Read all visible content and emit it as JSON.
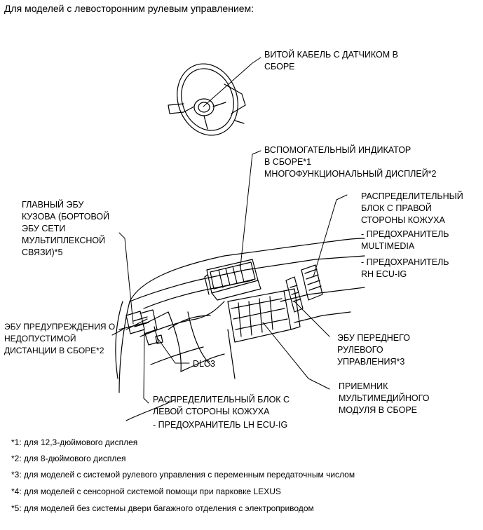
{
  "title": "Для моделей с левосторонним рулевым управлением:",
  "labels": {
    "spiral_cable": "ВИТОЙ КАБЕЛЬ С ДАТЧИКОМ В\nСБОРЕ",
    "aux_indicator": "ВСПОМОГАТЕЛЬНЫЙ ИНДИКАТОР\nВ СБОРЕ*1",
    "multi_display": "МНОГОФУНКЦИОНАЛЬНЫЙ ДИСПЛЕЙ*2",
    "rh_junction_block": "РАСПРЕДЕЛИТЕЛЬНЫЙ\nБЛОК С ПРАВОЙ\nСТОРОНЫ КОЖУХА",
    "fuse_multimedia": "- ПРЕДОХРАНИТЕЛЬ\nMULTIMEDIA",
    "fuse_rh_ecu_ig": "- ПРЕДОХРАНИТЕЛЬ\nRH ECU-IG",
    "main_body_ecu": "ГЛАВНЫЙ ЭБУ\nКУЗОВА (БОРТОВОЙ\nЭБУ СЕТИ\nМУЛЬТИПЛЕКСНОЙ\nСВЯЗИ)*5",
    "clearance_warning_ecu": "ЭБУ ПРЕДУПРЕЖДЕНИЯ О\nНЕДОПУСТИМОЙ\nДИСТАНЦИИ В СБОРЕ*2",
    "front_steering_ecu": "ЭБУ ПЕРЕДНЕГО\nРУЛЕВОГО\nУПРАВЛЕНИЯ*3",
    "dlc3": "DLC3",
    "multimedia_receiver": "ПРИЕМНИК\nМУЛЬТИМЕДИЙНОГО\nМОДУЛЯ В СБОРЕ",
    "lh_junction_block": "РАСПРЕДЕЛИТЕЛЬНЫЙ БЛОК С\nЛЕВОЙ СТОРОНЫ КОЖУХА",
    "fuse_lh_ecu_ig": "- ПРЕДОХРАНИТЕЛЬ LH ECU-IG"
  },
  "notes": [
    "*1: для 12,3-дюймового дисплея",
    "*2: для 8-дюймового дисплея",
    "*3: для моделей с системой рулевого управления с переменным передаточным числом",
    "*4: для моделей с сенсорной системой помощи при парковке LEXUS",
    "*5: для моделей без системы двери багажного отделения с электроприводом"
  ]
}
